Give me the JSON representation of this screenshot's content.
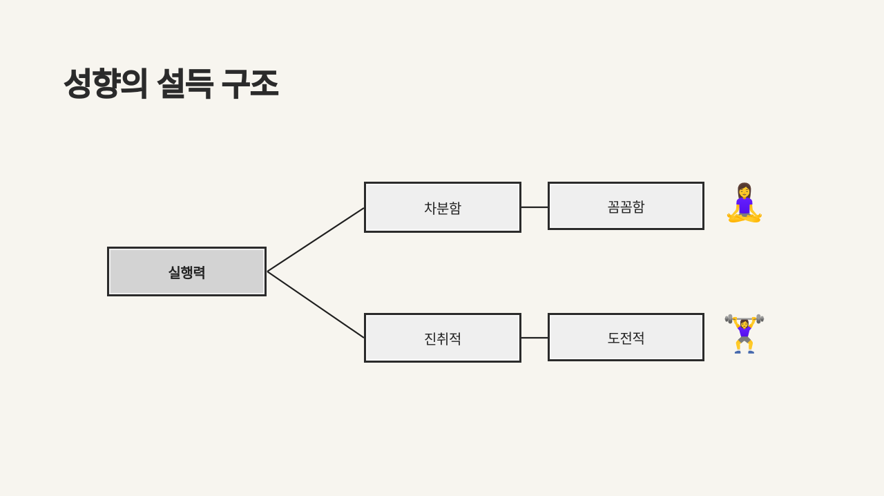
{
  "slide": {
    "title": "성향의 설득 구조",
    "background_color": "#f7f5ef",
    "title_color": "#2b2b2b"
  },
  "diagram": {
    "type": "tree",
    "root": {
      "id": "root",
      "label": "실행력",
      "fill_color": "#d3d3d3",
      "border_color": "#2b2b2b",
      "bold": true
    },
    "branches": [
      {
        "id": "branch-top",
        "level1_label": "차분함",
        "level2_label": "꼼꼼함",
        "emoji": "🧘‍♀️",
        "emoji_name": "woman-in-lotus-position-emoji",
        "fill_color": "#efefef",
        "border_color": "#2b2b2b"
      },
      {
        "id": "branch-bottom",
        "level1_label": "진취적",
        "level2_label": "도전적",
        "emoji": "🏋️‍♀️",
        "emoji_name": "woman-lifting-weights-emoji",
        "fill_color": "#efefef",
        "border_color": "#2b2b2b"
      }
    ],
    "connectors": [
      {
        "id": "root-to-top",
        "style": "diagonal-line",
        "color": "#1f1f1f"
      },
      {
        "id": "root-to-bottom",
        "style": "diagonal-line",
        "color": "#1f1f1f"
      },
      {
        "id": "top-level1-to-level2",
        "style": "horizontal-line",
        "color": "#1f1f1f"
      },
      {
        "id": "bottom-level1-to-level2",
        "style": "horizontal-line",
        "color": "#1f1f1f"
      }
    ]
  }
}
